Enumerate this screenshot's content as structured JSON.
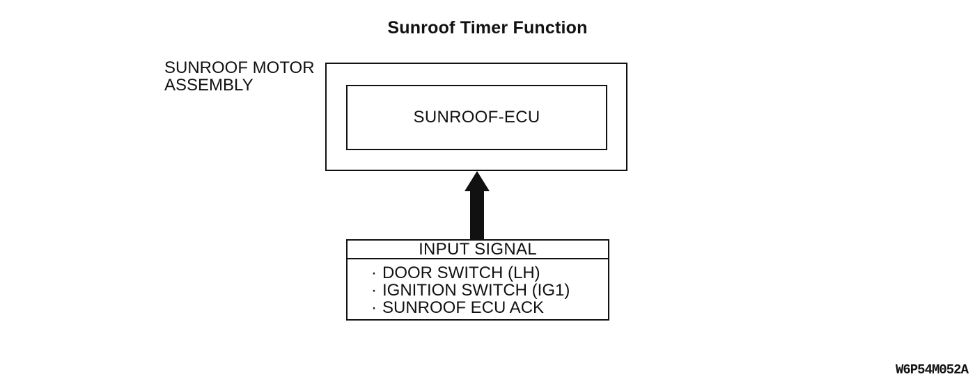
{
  "diagram": {
    "title": "Sunroof Timer Function",
    "assembly_label_line1": "SUNROOF MOTOR",
    "assembly_label_line2": "ASSEMBLY",
    "ecu_label": "SUNROOF-ECU",
    "figure_code": "W6P54M052A",
    "colors": {
      "line": "#111111",
      "background": "#ffffff",
      "text": "#111111"
    }
  },
  "input_signal": {
    "header": "INPUT SIGNAL",
    "bullet": "·",
    "items": [
      "DOOR SWITCH (LH)",
      "IGNITION SWITCH (IG1)",
      "SUNROOF ECU ACK"
    ]
  }
}
